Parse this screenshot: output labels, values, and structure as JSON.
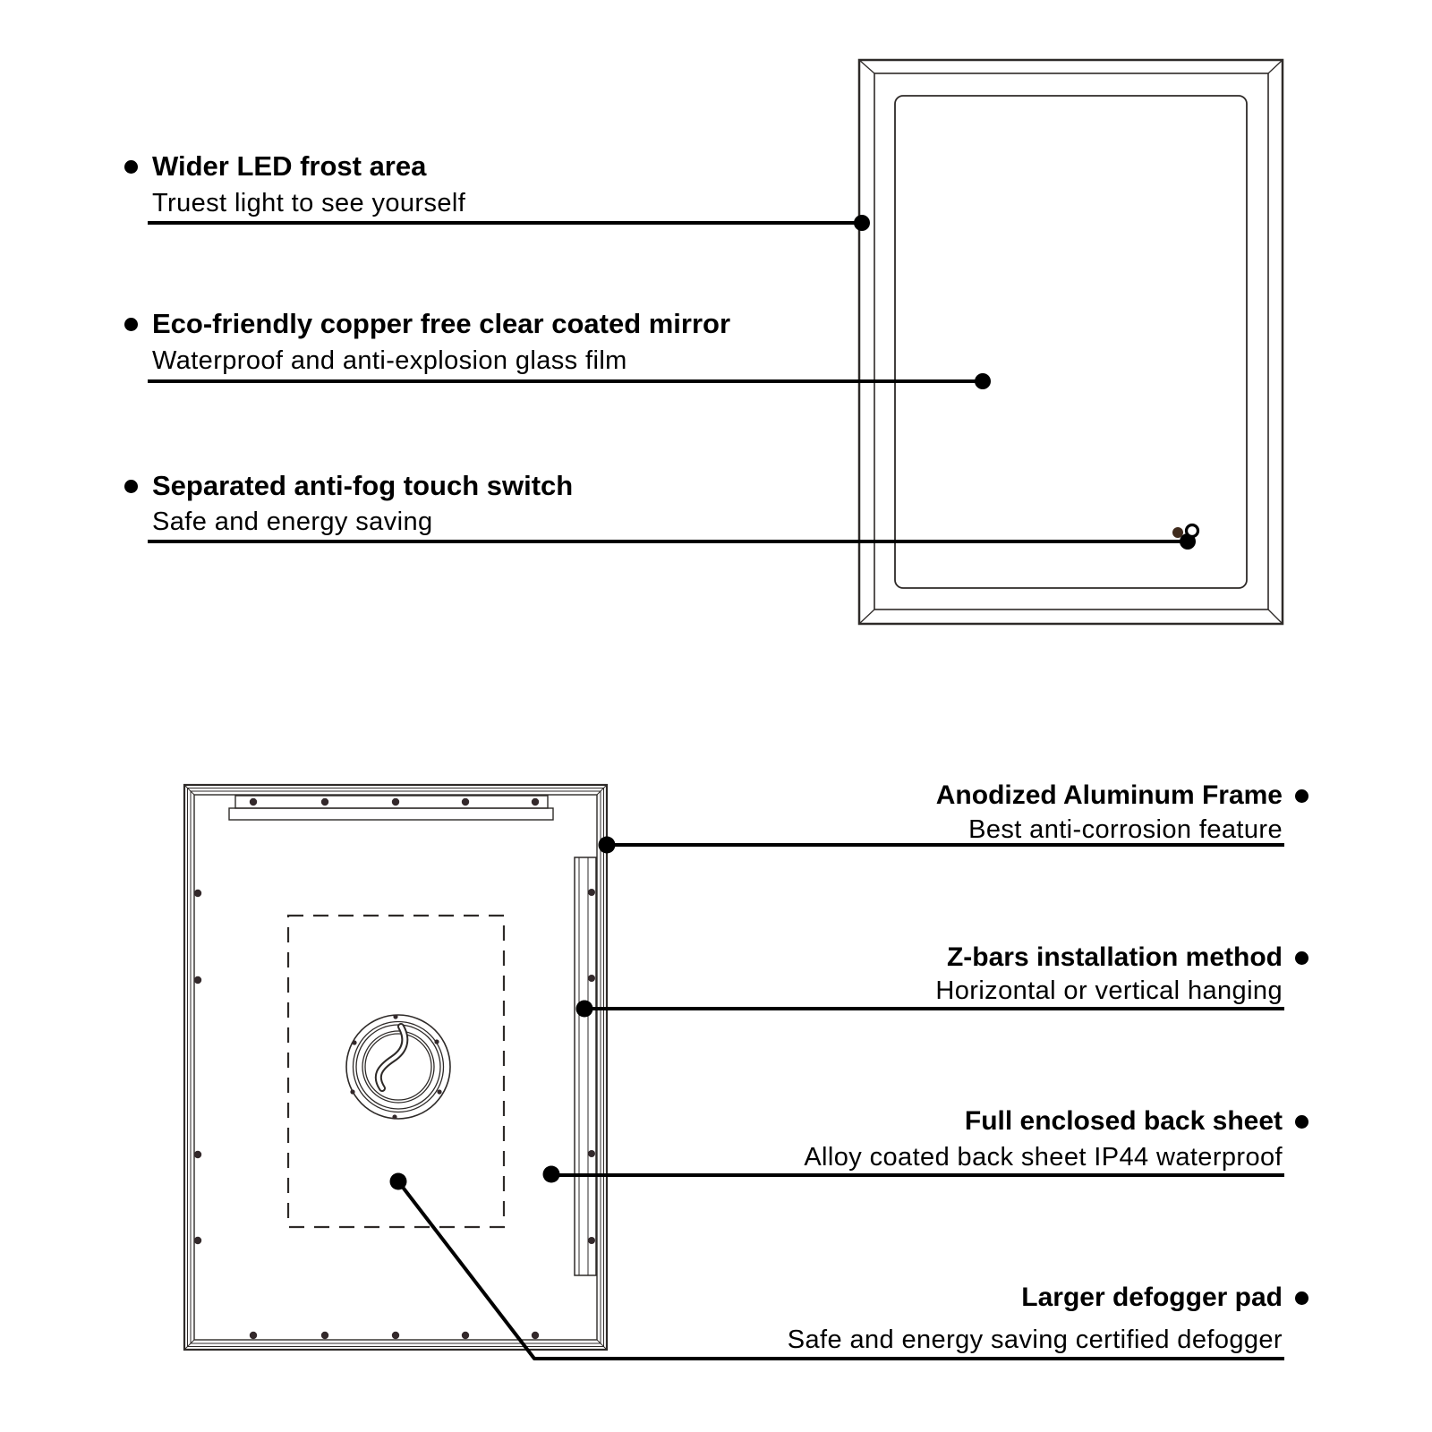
{
  "page": {
    "kind": "product-feature-diagram",
    "subject": "LED bathroom mirror front and back views with feature callouts"
  },
  "colors": {
    "paper": "#ffffff",
    "ink": "#000000",
    "line": "#2e2a28",
    "screw": "#33292b",
    "touch_dot": "#3f2b1d"
  },
  "front_view_callouts": [
    {
      "title": "Wider LED frost area",
      "subtitle": "Truest light to see yourself"
    },
    {
      "title": "Eco-friendly copper free clear coated mirror",
      "subtitle": "Waterproof and anti-explosion glass film"
    },
    {
      "title": "Separated anti-fog touch switch",
      "subtitle": "Safe and energy saving"
    }
  ],
  "back_view_callouts": [
    {
      "title": "Anodized Aluminum Frame",
      "subtitle": "Best anti-corrosion feature"
    },
    {
      "title": "Z-bars installation method",
      "subtitle": "Horizontal or vertical hanging"
    },
    {
      "title": "Full enclosed back sheet",
      "subtitle": "Alloy coated back sheet IP44 waterproof"
    },
    {
      "title": "Larger defogger pad",
      "subtitle": "Safe and energy saving certified defogger"
    }
  ],
  "icons": {
    "bullet": "filled-circle",
    "leader_end": "filled-circle",
    "touch_switch": "dot-and-ring",
    "junction_box": "concentric-circles-with-cable",
    "screw": "small-dot"
  }
}
